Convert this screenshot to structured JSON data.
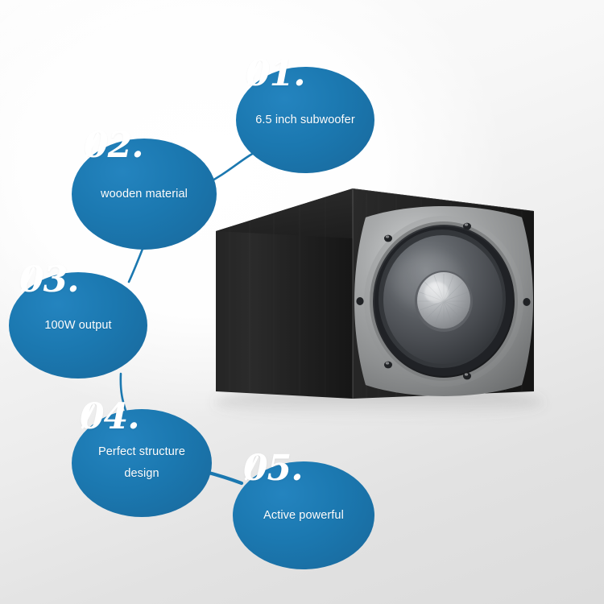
{
  "page": {
    "title": "Subwoofer feature callout infographic",
    "background_gradient_from": "#fdfdfd",
    "background_gradient_to": "#dcdcdc",
    "accent_color": "#1b78b0",
    "bubble_text_color": "#ffffff"
  },
  "product": {
    "name": "black wooden subwoofer speaker",
    "cabinet_color": "#1f1f1f",
    "driver_ring_color": "#9a9a9a",
    "cone_color": "#4a4d51",
    "dust_cap_color": "#b9bcc0",
    "screw_count": 6
  },
  "callouts": [
    {
      "number": "01.",
      "label": "6.5 inch subwoofer"
    },
    {
      "number": "02.",
      "label": "wooden material"
    },
    {
      "number": "03.",
      "label": "100W output"
    },
    {
      "number": "04.",
      "label": "Perfect structure design"
    },
    {
      "number": "05.",
      "label": "Active powerful"
    }
  ],
  "connectors": [
    {
      "from": "01",
      "to": "02"
    },
    {
      "from": "02",
      "to": "03"
    },
    {
      "from": "03",
      "to": "04"
    },
    {
      "from": "04",
      "to": "05"
    }
  ]
}
